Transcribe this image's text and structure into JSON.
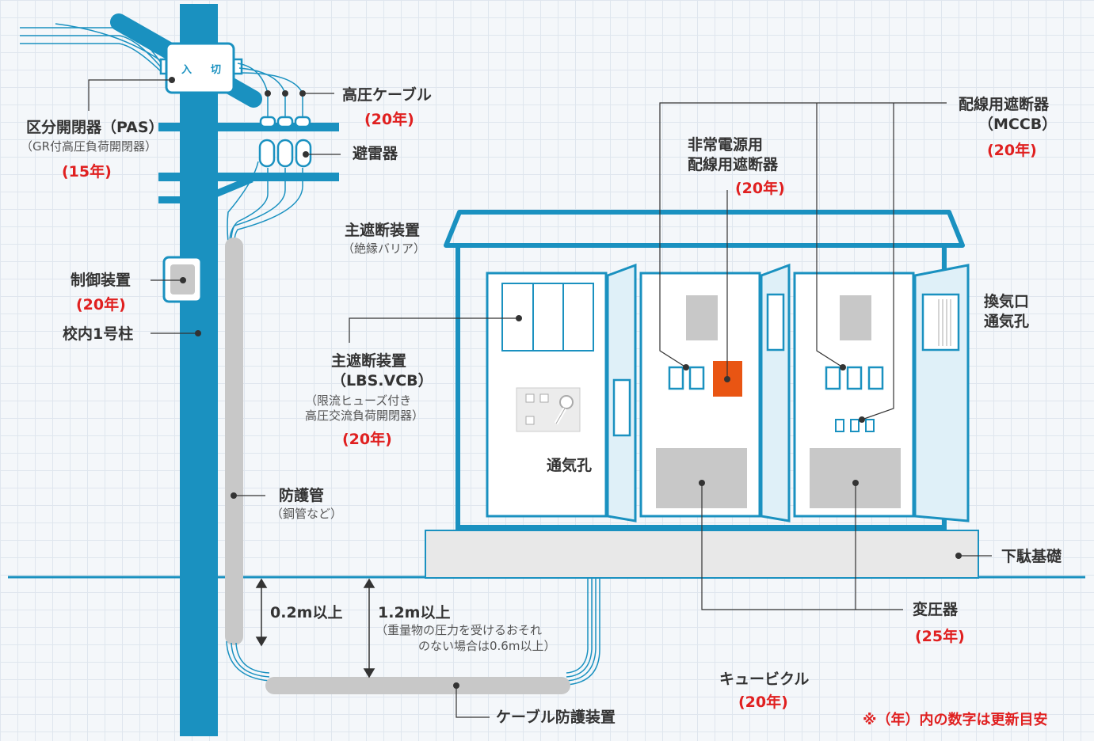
{
  "labels": {
    "pas": {
      "name": "区分開閉器（PAS）",
      "sub": "（GR付高圧負荷開閉器）",
      "years": "(15年)"
    },
    "switch_in": "入",
    "switch_off": "切",
    "hv_cable": {
      "name": "高圧ケーブル",
      "years": "(20年)"
    },
    "arrester": {
      "name": "避雷器"
    },
    "control": {
      "name": "制御装置",
      "years": "(20年)"
    },
    "pole": {
      "name": "校内1号柱"
    },
    "main_breaker_top": {
      "name": "主遮断装置",
      "sub": "（絶縁バリア）"
    },
    "main_breaker": {
      "name1": "主遮断装置",
      "name2": "（LBS.VCB）",
      "sub1": "（限流ヒューズ付き",
      "sub2": "高圧交流負荷開閉器）",
      "years": "(20年)"
    },
    "emergency_mccb": {
      "name1": "非常電源用",
      "name2": "配線用遮断器",
      "years": "(20年)"
    },
    "mccb": {
      "name1": "配線用遮断器",
      "name2": "（MCCB）",
      "years": "(20年)"
    },
    "ventilation": {
      "name1": "換気口",
      "name2": "通気孔"
    },
    "vent_hole": {
      "name": "通気孔"
    },
    "conduit": {
      "name": "防護管",
      "sub": "（鋼管など）"
    },
    "foundation": {
      "name": "下駄基礎"
    },
    "depth_02": {
      "name": "0.2m以上"
    },
    "depth_12": {
      "name": "1.2m以上",
      "sub1": "（重量物の圧力を受けるおそれ",
      "sub2": "のない場合は0.6m以上）"
    },
    "transformer": {
      "name": "変圧器",
      "years": "(25年)"
    },
    "cubicle": {
      "name": "キュービクル",
      "years": "(20年)"
    },
    "cable_protection": {
      "name": "ケーブル防護装置"
    },
    "note": "※（年）内の数字は更新目安"
  },
  "colors": {
    "primary": "#1a91c0",
    "accent": "#e95513",
    "year": "#e02020",
    "gray": "#c8c8c8",
    "panel": "#dff0f8"
  }
}
